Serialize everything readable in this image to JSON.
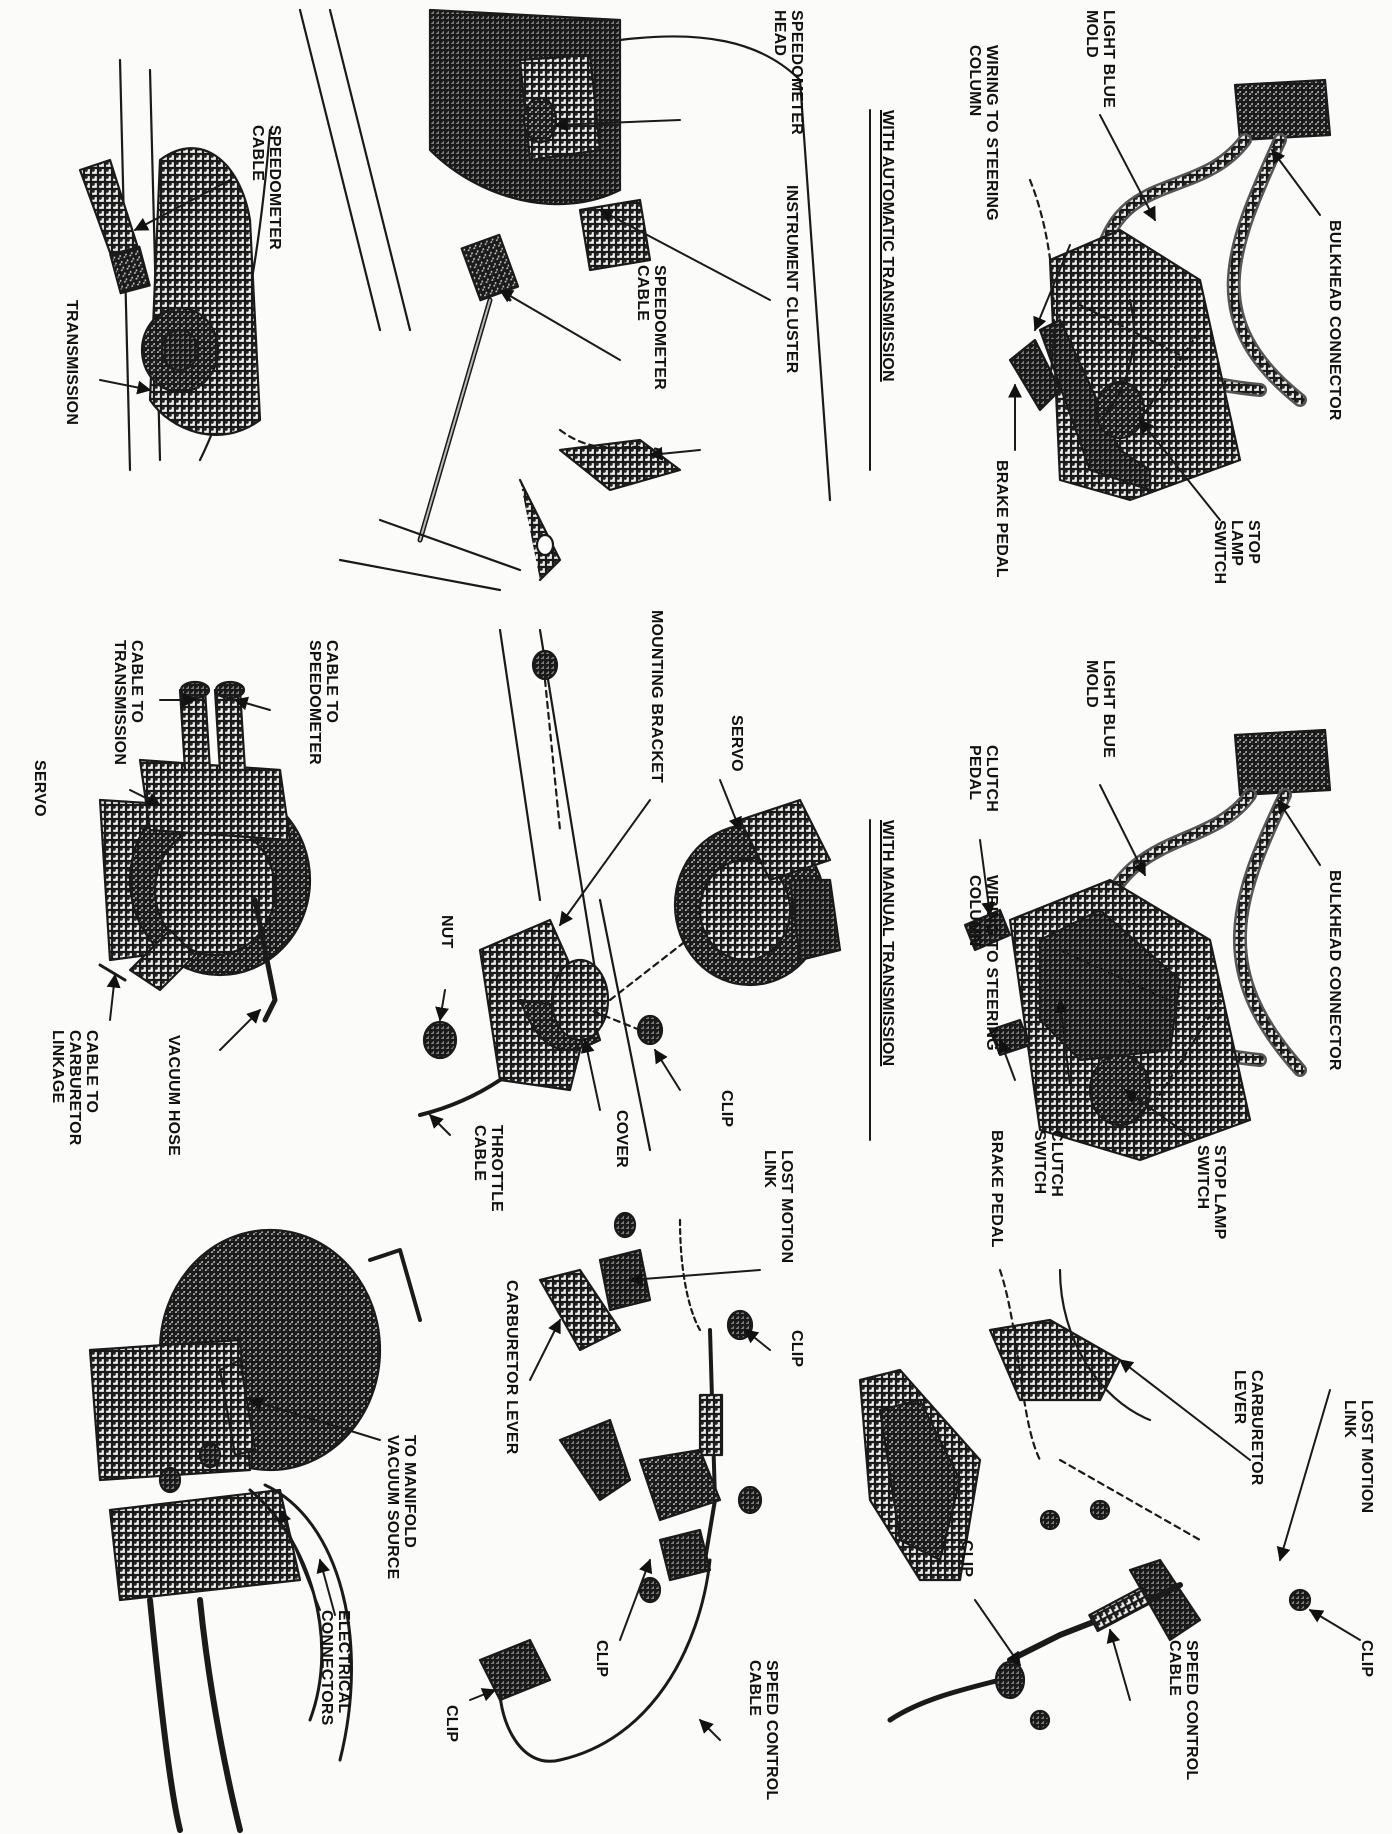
{
  "panels": {
    "auto_bulkhead": {
      "bulkhead_connector": "BULKHEAD CONNECTOR",
      "light_blue_mold_1": "LIGHT BLUE",
      "light_blue_mold_2": "MOLD",
      "wiring_1": "WIRING TO STEERING",
      "wiring_2": "COLUMN",
      "stop_lamp_1": "STOP",
      "stop_lamp_2": "LAMP",
      "stop_lamp_3": "SWITCH",
      "brake_pedal": "BRAKE PEDAL",
      "caption": "WITH AUTOMATIC TRANSMISSION"
    },
    "manual_bulkhead": {
      "bulkhead_connector": "BULKHEAD CONNECTOR",
      "light_blue_mold_1": "LIGHT BLUE",
      "light_blue_mold_2": "MOLD",
      "clutch_pedal_1": "CLUTCH",
      "clutch_pedal_2": "PEDAL",
      "wiring_1": "WIRING TO STEERING",
      "wiring_2": "COLUMN",
      "brake_pedal": "BRAKE PEDAL",
      "clutch_switch_1": "CLUTCH",
      "clutch_switch_2": "SWITCH",
      "stop_lamp_1": "STOP LAMP",
      "stop_lamp_2": "SWITCH",
      "caption": "WITH MANUAL TRANSMISSION"
    },
    "linkage_top": {
      "lost_motion_1": "LOST MOTION",
      "lost_motion_2": "LINK",
      "carb_lever_1": "CARBURETOR",
      "carb_lever_2": "LEVER",
      "clip_right": "CLIP",
      "clip_left": "CLIP",
      "speed_control_1": "SPEED CONTROL",
      "speed_control_2": "CABLE"
    },
    "speedometer": {
      "speedo_head_1": "SPEEDOMETER",
      "speedo_head_2": "HEAD",
      "instrument_cluster": "INSTRUMENT CLUSTER",
      "speedo_cable_1": "SPEEDOMETER",
      "speedo_cable_2": "CABLE"
    },
    "servo_bracket": {
      "mounting_bracket": "MOUNTING BRACKET",
      "servo": "SERVO",
      "nut": "NUT",
      "clip": "CLIP",
      "cover": "COVER",
      "throttle_1": "THROTTLE",
      "throttle_2": "CABLE"
    },
    "linkage_mid": {
      "lost_motion_1": "LOST MOTION",
      "lost_motion_2": "LINK",
      "clip_top": "CLIP",
      "carb_lever": "CARBURETOR LEVER",
      "clip_mid": "CLIP",
      "clip_left": "CLIP",
      "speed_control_1": "SPEED CONTROL",
      "speed_control_2": "CABLE"
    },
    "transmission": {
      "speedo_cable_1": "SPEEDOMETER",
      "speedo_cable_2": "CABLE",
      "transmission": "TRANSMISSION"
    },
    "servo_detail": {
      "cable_speedo_1": "CABLE TO",
      "cable_speedo_2": "SPEEDOMETER",
      "cable_trans_1": "CABLE TO",
      "cable_trans_2": "TRANSMISSION",
      "servo": "SERVO",
      "vacuum_hose": "VACUUM HOSE",
      "cable_carb_1": "CABLE TO",
      "cable_carb_2": "CARBURETOR",
      "cable_carb_3": "LINKAGE"
    },
    "vacuum": {
      "manifold_1": "TO MANIFOLD",
      "manifold_2": "VACUUM SOURCE",
      "electrical_1": "ELECTRICAL",
      "electrical_2": "CONNECTORS"
    }
  }
}
